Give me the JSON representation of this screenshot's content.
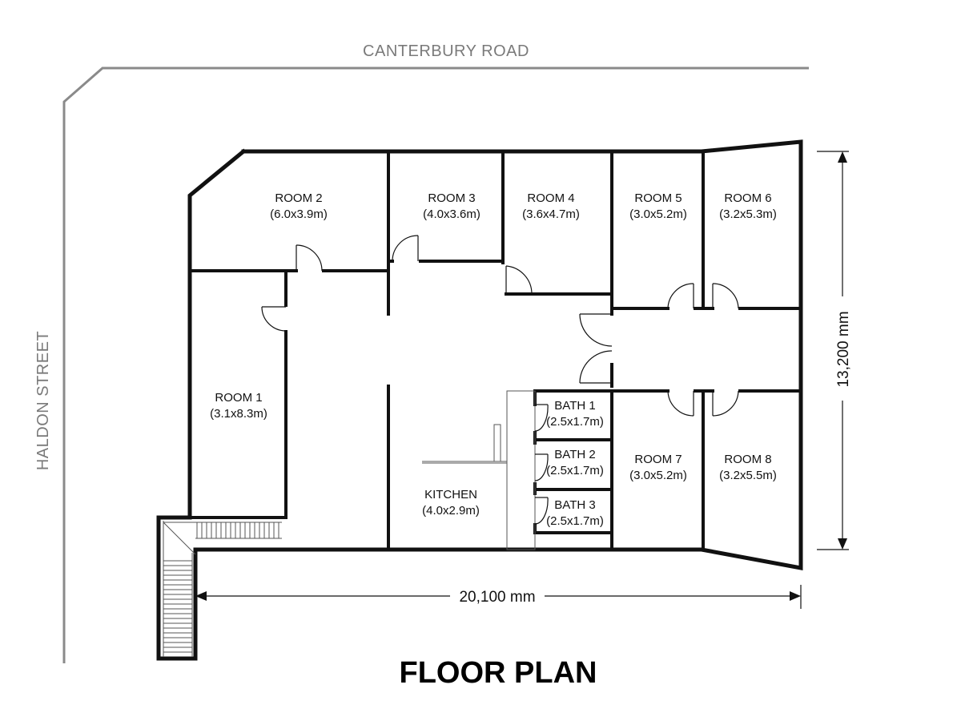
{
  "title": "FLOOR PLAN",
  "streets": {
    "north": "CANTERBURY ROAD",
    "west": "HALDON STREET"
  },
  "dimensions": {
    "width": "20,100 mm",
    "height": "13,200 mm"
  },
  "rooms": [
    {
      "name": "ROOM 2",
      "size": "(6.0x3.9m)"
    },
    {
      "name": "ROOM 3",
      "size": "(4.0x3.6m)"
    },
    {
      "name": "ROOM 4",
      "size": "(3.6x4.7m)"
    },
    {
      "name": "ROOM 5",
      "size": "(3.0x5.2m)"
    },
    {
      "name": "ROOM 6",
      "size": "(3.2x5.3m)"
    },
    {
      "name": "ROOM 1",
      "size": "(3.1x8.3m)"
    },
    {
      "name": "BATH 1",
      "size": "(2.5x1.7m)"
    },
    {
      "name": "BATH 2",
      "size": "(2.5x1.7m)"
    },
    {
      "name": "BATH 3",
      "size": "(2.5x1.7m)"
    },
    {
      "name": "ROOM 7",
      "size": "(3.0x5.2m)"
    },
    {
      "name": "ROOM 8",
      "size": "(3.2x5.5m)"
    },
    {
      "name": "KITCHEN",
      "size": "(4.0x2.9m)"
    }
  ]
}
